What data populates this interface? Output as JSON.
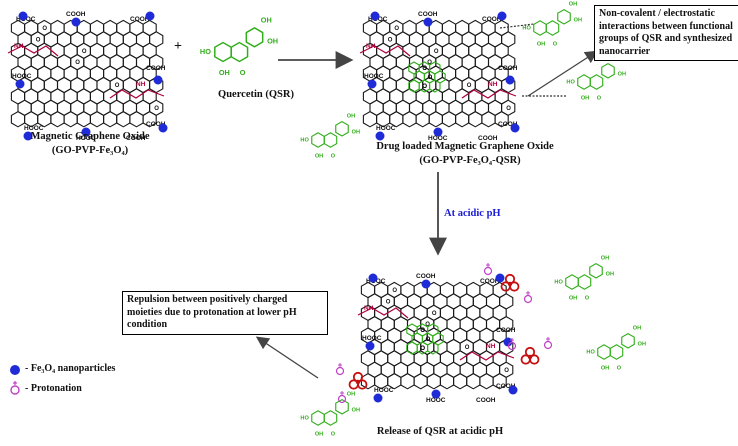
{
  "labels": {
    "mgo_title": "Magnetic Graphene Oxide",
    "mgo_formula": "(GO-PVP-Fe₃O₄)",
    "quercetin": "Quercetin (QSR)",
    "plus": "+",
    "drug_loaded_title": "Drug loaded Magnetic Graphene Oxide",
    "drug_loaded_formula": "(GO-PVP-Fe₃O₄-QSR)",
    "acidic": "At acidic pH",
    "release": "Release of QSR at acidic pH"
  },
  "boxes": {
    "noncovalent": "Non-covalent / electrostatic interactions between functional groups of QSR and synthesized nanocarrier",
    "repulsion": "Repulsion between positively charged moieties due to protonation at lower pH condition"
  },
  "legend": {
    "fe3o4": "- Fe₃O₄ nanoparticles",
    "protonation": "- Protonation"
  },
  "groups": {
    "cooh": "COOH",
    "hooc": "HOOC",
    "nh": "NH",
    "oh": "OH",
    "ho": "HO",
    "o": "O"
  },
  "colors": {
    "lattice": "#1a1a1a",
    "pvp": "#b0003a",
    "quercetin": "#2fae18",
    "fe3o4": "#1f2bd6",
    "protonation": "#c040c8",
    "hazard": "#c61010",
    "acid_text": "#1b1bd8"
  }
}
